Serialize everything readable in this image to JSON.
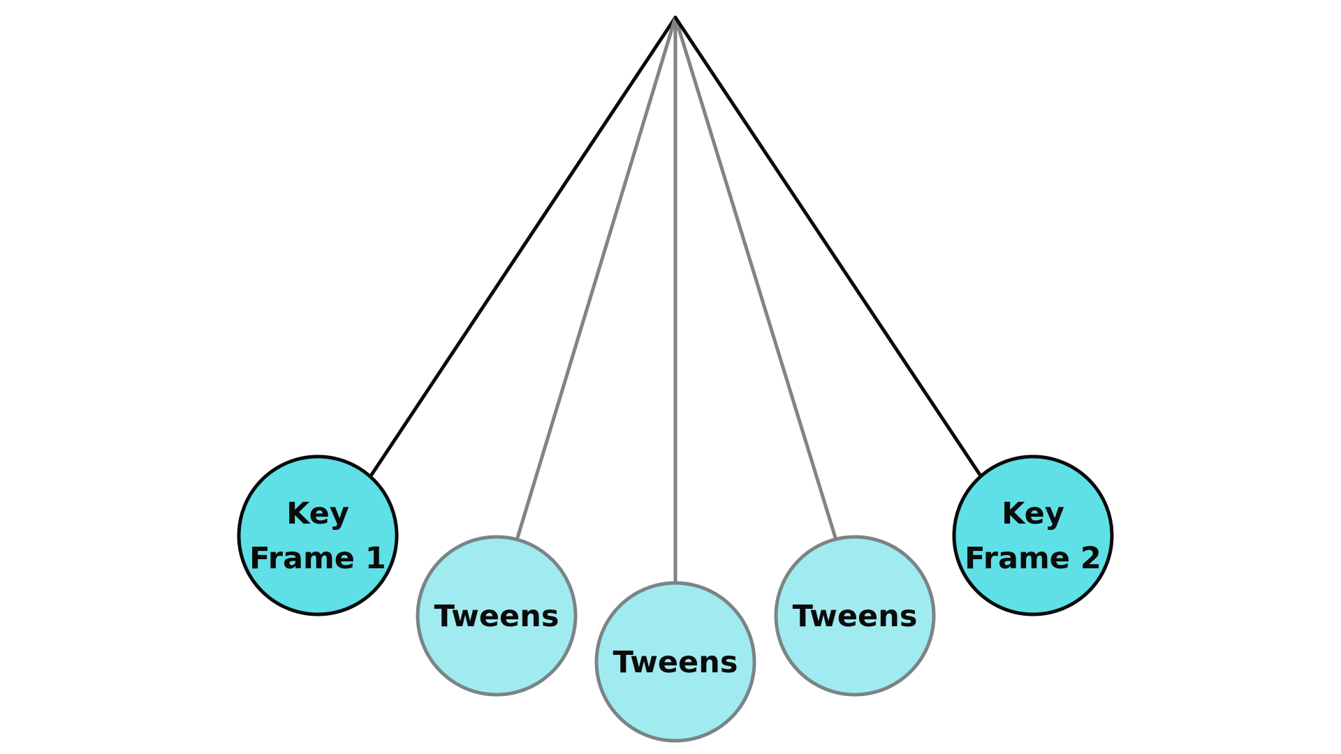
{
  "diagram": {
    "nodes": [
      {
        "id": "key-frame-1",
        "kind": "key",
        "lines": [
          "Key",
          "Frame 1"
        ]
      },
      {
        "id": "tween-1",
        "kind": "tween",
        "lines": [
          "Tweens"
        ]
      },
      {
        "id": "tween-2",
        "kind": "tween",
        "lines": [
          "Tweens"
        ]
      },
      {
        "id": "tween-3",
        "kind": "tween",
        "lines": [
          "Tweens"
        ]
      },
      {
        "id": "key-frame-2",
        "kind": "key",
        "lines": [
          "Key",
          "Frame 2"
        ]
      }
    ],
    "colors": {
      "key_fill": "#5ee0e6",
      "key_stroke": "#0a0a0a",
      "tween_fill": "#a0ebf0",
      "tween_stroke": "#7a8487",
      "key_line": "#0a0a0a",
      "tween_line": "#838383"
    }
  }
}
